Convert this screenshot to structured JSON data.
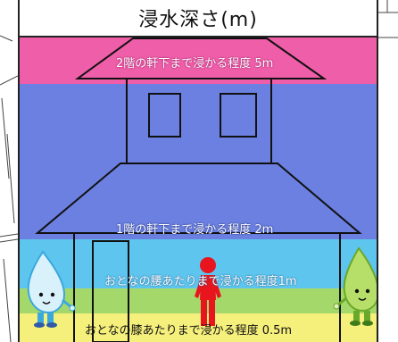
{
  "title": "浸水深さ(m)",
  "levels": {
    "l5m": "2階の軒下まで浸かる程度 5m",
    "l2m": "1階の軒下まで浸かる程度 2m",
    "l1m": "おとなの腰あたりまで浸かる程度1m",
    "l05m": "おとなの膝あたりまで浸かる程度 0.5m"
  },
  "colors": {
    "pink": "#ef5ea9",
    "blue": "#6b80e0",
    "cyan": "#5ec6ee",
    "green": "#a5d86a",
    "yellow": "#f5ef7c",
    "person": "#e8141e"
  }
}
